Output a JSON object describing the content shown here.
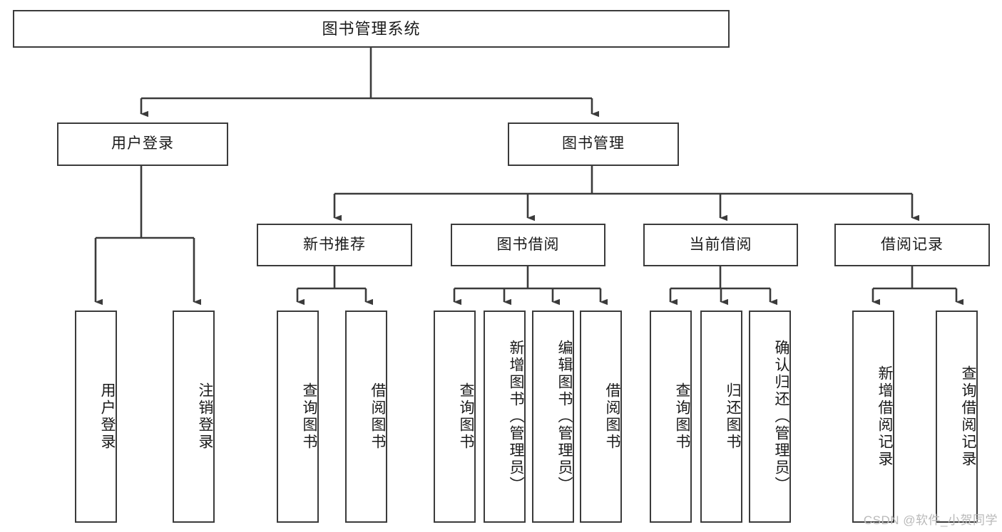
{
  "diagram": {
    "title": "图书管理系统",
    "type": "tree",
    "watermark": "CSDN @软件_小贺同学",
    "colors": {
      "stroke": "#3b3b3b",
      "fill": "#ffffff",
      "text": "#1a1a1a",
      "watermark": "#b9b9b9"
    },
    "nodes": {
      "root": "图书管理系统",
      "level2": {
        "user_login": "用户登录",
        "book_manage": "图书管理"
      },
      "user_login_children": [
        "用户登录",
        "注销登录"
      ],
      "level3": {
        "new_book_rec": "新书推荐",
        "book_borrow": "图书借阅",
        "current_borrow": "当前借阅",
        "borrow_record": "借阅记录"
      },
      "new_book_rec_children": [
        "查询图书",
        "借阅图书"
      ],
      "book_borrow_children": [
        "查询图书",
        "新增图书（管理员）",
        "编辑图书（管理员）",
        "借阅图书"
      ],
      "current_borrow_children": [
        "查询图书",
        "归还图书",
        "确认归还（管理员）"
      ],
      "borrow_record_children": [
        "新增借阅记录",
        "查询借阅记录"
      ]
    }
  }
}
